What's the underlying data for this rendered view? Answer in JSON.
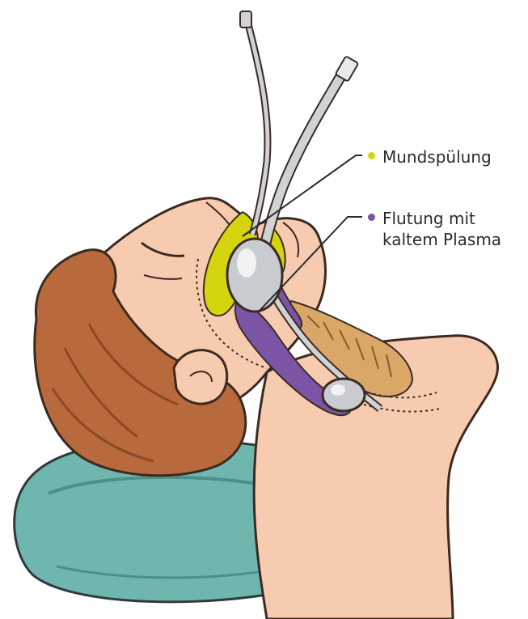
{
  "labels": [
    {
      "id": "mouthwash",
      "text": "Mundspülung",
      "color": "#d4d40f"
    },
    {
      "id": "plasma",
      "line1": "Flutung mit",
      "line2": "kaltem Plasma",
      "color": "#7a55a6"
    }
  ],
  "colors": {
    "skin": "#f7cbb0",
    "skin_outline": "#3a2a22",
    "hair": "#b86a3c",
    "hair_dark": "#8a4a25",
    "pillow": "#6fb7ae",
    "pillow_dark": "#4c9088",
    "mouthwash_region": "#d4d40f",
    "plasma_region": "#7a55a6",
    "trachea": "#d9a869",
    "tube": "#cfd3d6"
  },
  "icons": [
    "patient-head",
    "pillow",
    "airway-tube",
    "cuff-balloon",
    "trachea"
  ]
}
